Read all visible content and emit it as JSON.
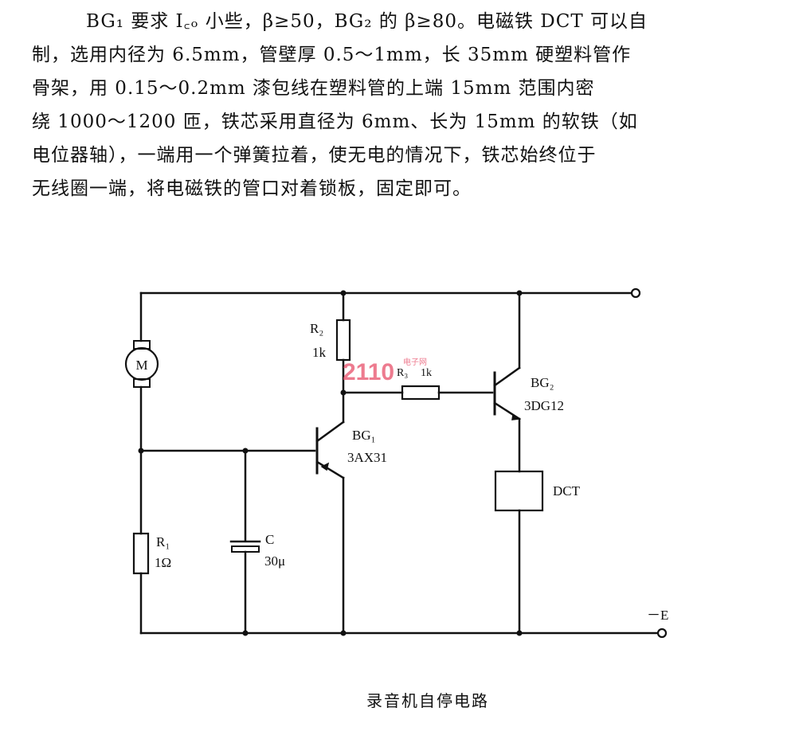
{
  "description_text": [
    "BG₁ 要求 I꜀ₒ 小些，β≥50，BG₂ 的 β≥80。电磁铁 DCT 可以自",
    "制，选用内径为 6.5mm，管壁厚 0.5～1mm，长 35mm 硬塑料管作",
    "骨架，用 0.15～0.2mm 漆包线在塑料管的上端 15mm 范围内密",
    "绕 1000～1200 匝，铁芯采用直径为 6mm、长为 15mm 的软铁（如",
    "电位器轴），一端用一个弹簧拉着，使无电的情况下，铁芯始终位于",
    "无线圈一端，将电磁铁的管口对着锁板，固定即可。"
  ],
  "circuit": {
    "motor": {
      "symbol": "M"
    },
    "r1": {
      "name": "R₁",
      "value": "1Ω"
    },
    "capacitor": {
      "name": "C",
      "value": "30μ"
    },
    "r2": {
      "name": "R₂",
      "value": "1k"
    },
    "r3": {
      "name": "R₃",
      "value": "1k"
    },
    "bg1": {
      "name": "BG₁",
      "model": "3AX31"
    },
    "bg2": {
      "name": "BG₂",
      "model": "3DG12"
    },
    "dct": {
      "name": "DCT"
    },
    "supply": {
      "neg_label": "－E"
    }
  },
  "watermark": {
    "big": "2110",
    "small": "电子网"
  },
  "caption": "录音机自停电路"
}
